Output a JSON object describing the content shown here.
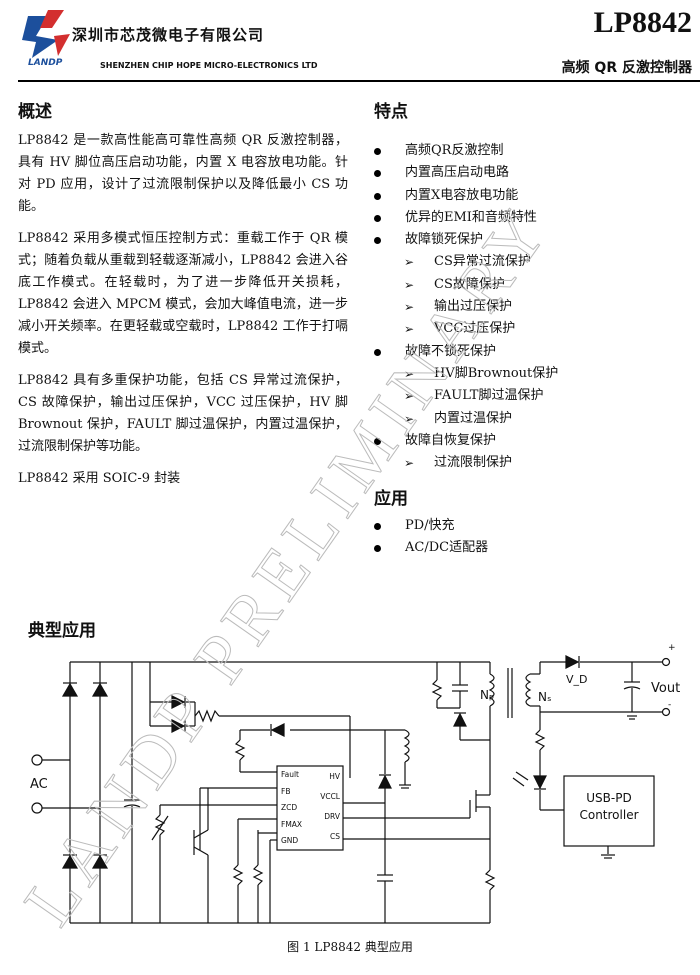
{
  "header": {
    "company_cn": "深圳市芯茂微电子有限公司",
    "company_en": "SHENZHEN CHIP HOPE MICRO-ELECTRONICS LTD",
    "logo_text": "LANDP",
    "part_number": "LP8842",
    "subtitle": "高频 QR 反激控制器"
  },
  "overview": {
    "heading": "概述",
    "paragraphs": [
      "LP8842 是一款高性能高可靠性高频 QR 反激控制器，具有 HV 脚位高压启动功能，内置 X 电容放电功能。针对 PD 应用，设计了过流限制保护以及降低最小 CS 功能。",
      "LP8842 采用多模式恒压控制方式：重载工作于 QR 模式；随着负载从重载到轻载逐渐减小，LP8842 会进入谷底工作模式。在轻载时，为了进一步降低开关损耗，LP8842 会进入 MPCM 模式，会加大峰值电流，进一步减小开关频率。在更轻载或空载时，LP8842 工作于打嗝模式。",
      "LP8842 具有多重保护功能，包括 CS 异常过流保护，CS 故障保护，输出过压保护，VCC 过压保护，HV 脚 Brownout 保护，FAULT 脚过温保护，内置过温保护，过流限制保护等功能。",
      "LP8842 采用 SOIC-9 封装"
    ]
  },
  "features": {
    "heading": "特点",
    "items": [
      {
        "level": 1,
        "text": "高频QR反激控制"
      },
      {
        "level": 1,
        "text": "内置高压启动电路"
      },
      {
        "level": 1,
        "text": "内置X电容放电功能"
      },
      {
        "level": 1,
        "text": "优异的EMI和音频特性"
      },
      {
        "level": 1,
        "text": "故障锁死保护"
      },
      {
        "level": 2,
        "text": "CS异常过流保护"
      },
      {
        "level": 2,
        "text": "CS故障保护"
      },
      {
        "level": 2,
        "text": "输出过压保护"
      },
      {
        "level": 2,
        "text": "VCC过压保护"
      },
      {
        "level": 1,
        "text": "故障不锁死保护"
      },
      {
        "level": 2,
        "text": "HV脚Brownout保护"
      },
      {
        "level": 2,
        "text": "FAULT脚过温保护"
      },
      {
        "level": 2,
        "text": "内置过温保护"
      },
      {
        "level": 1,
        "text": "故障自恢复保护"
      },
      {
        "level": 2,
        "text": "过流限制保护"
      }
    ]
  },
  "applications": {
    "heading": "应用",
    "items": [
      "PD/快充",
      "AC/DC适配器"
    ]
  },
  "typical": {
    "heading": "典型应用",
    "caption": "图 1    LP8842 典型应用",
    "ac_label": "AC",
    "vout_label": "Vout",
    "np_label": "Nₚ",
    "ns_label": "Nₛ",
    "vd_label": "V_D",
    "usbpd_line1": "USB-PD",
    "usbpd_line2": "Controller",
    "ic_pins_left": [
      "Fault",
      "FB",
      "ZCD",
      "FMAX",
      "GND"
    ],
    "ic_pins_right": [
      "HV",
      "VCCL",
      "DRV",
      "CS"
    ],
    "plus": "+",
    "minus": "-"
  },
  "watermark": {
    "text": "LANDP  PRELIMINARY"
  }
}
